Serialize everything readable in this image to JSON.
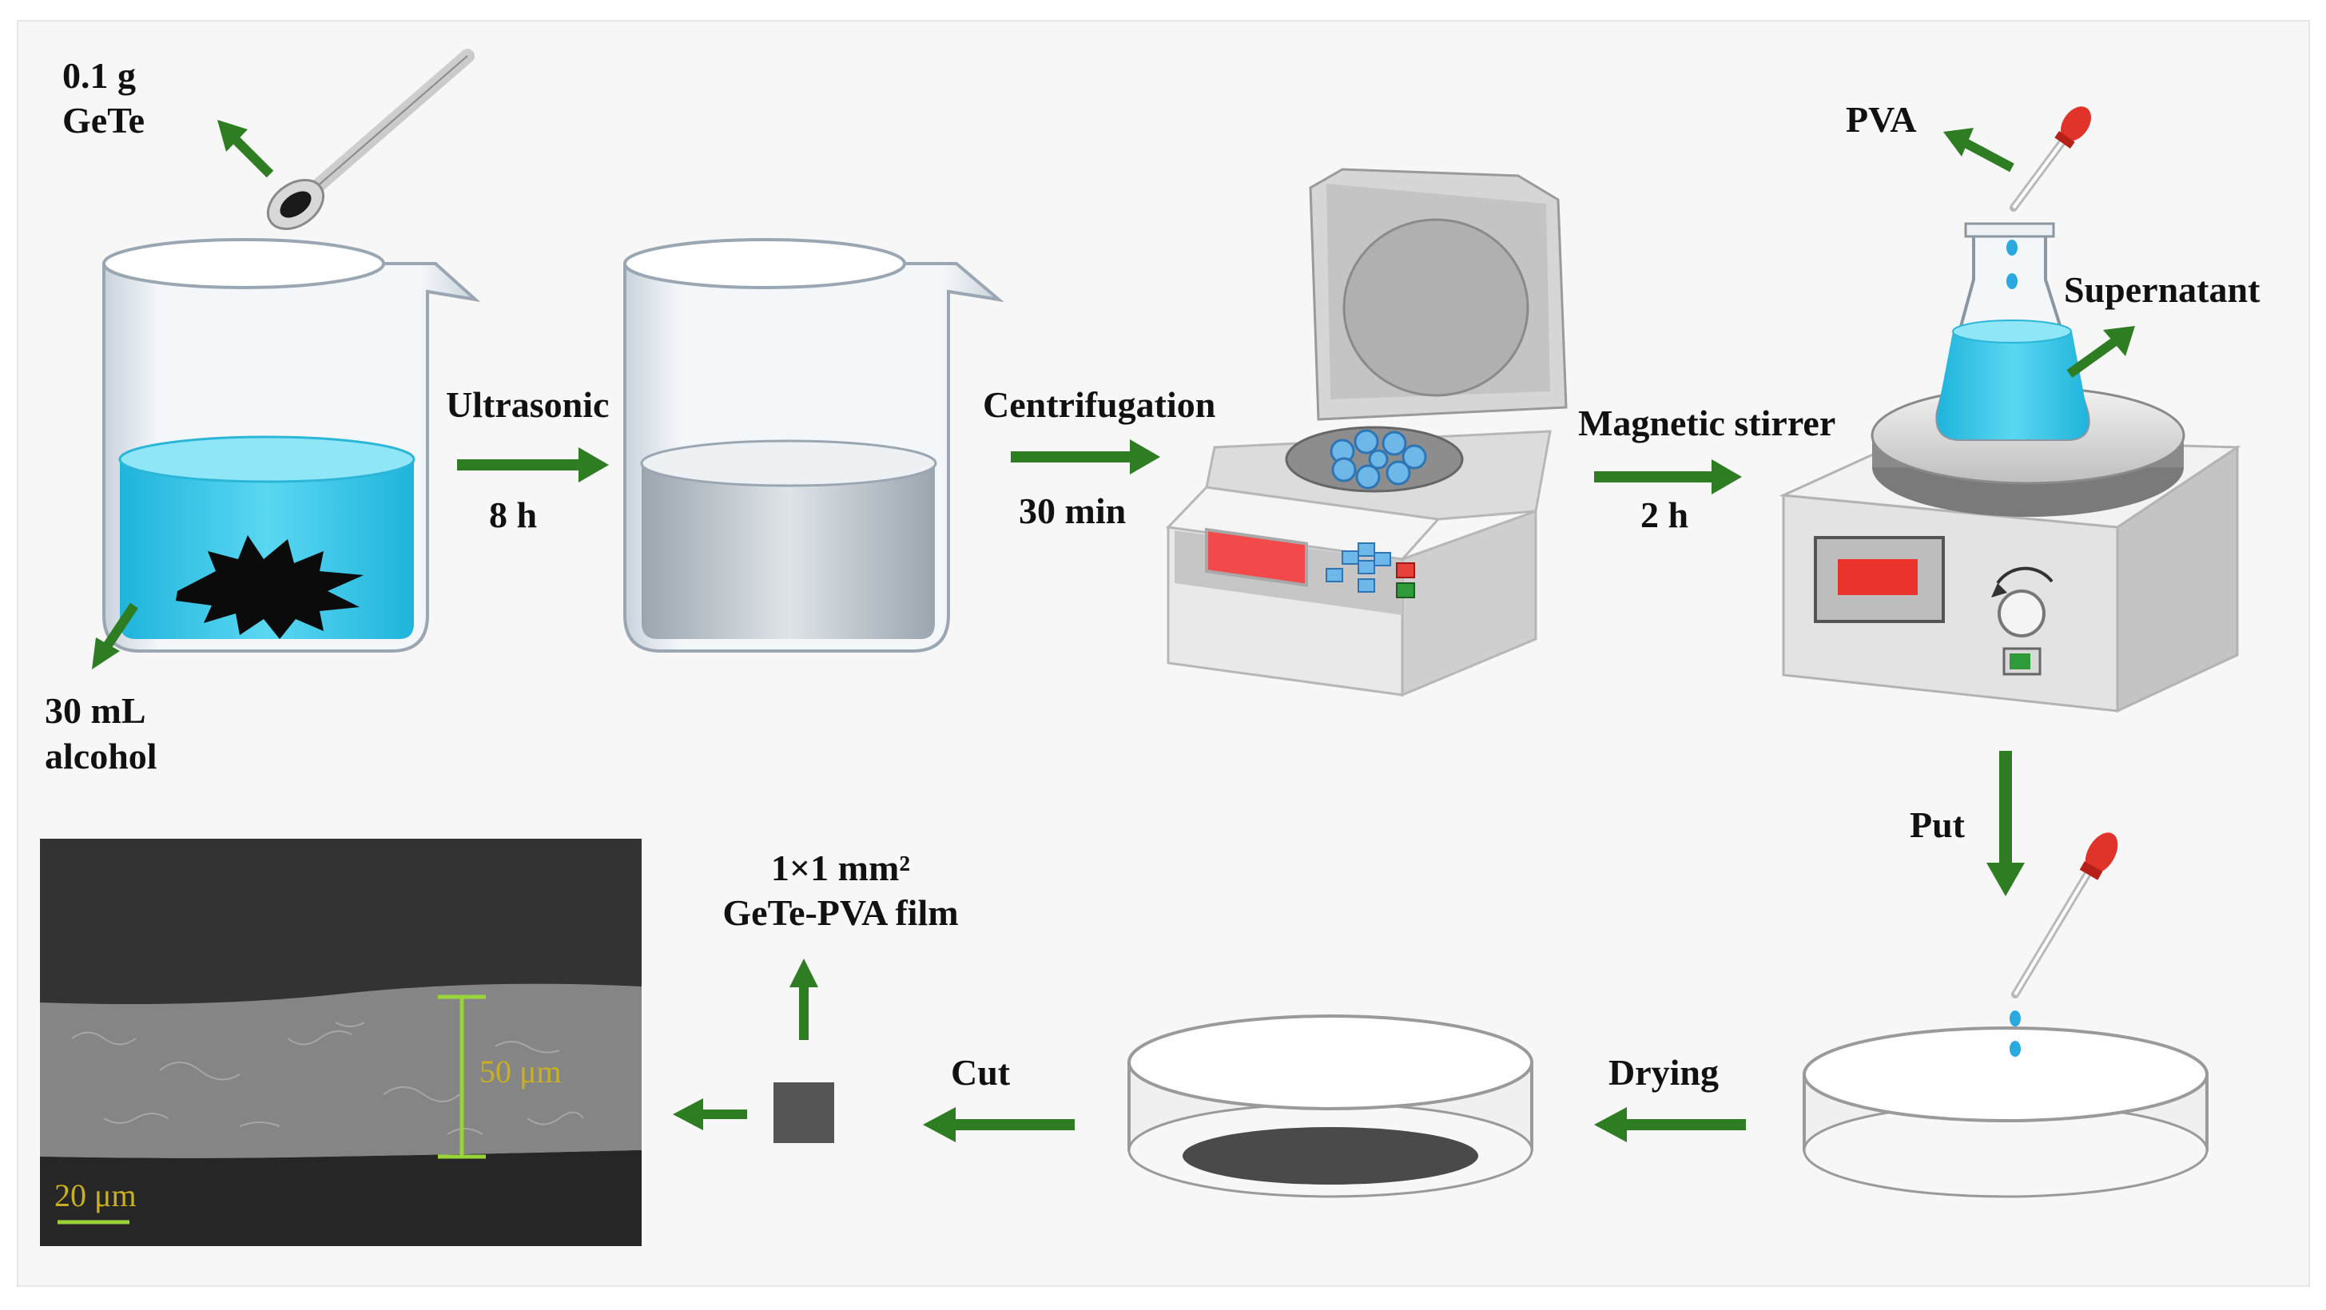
{
  "steps": {
    "gete_amount": "0.1 g",
    "gete_material": "GeTe",
    "alcohol_volume": "30 mL",
    "alcohol_label": "alcohol",
    "ultrasonic_label": "Ultrasonic",
    "ultrasonic_time": "8 h",
    "centrifugation_label": "Centrifugation",
    "centrifugation_time": "30 min",
    "stirrer_label": "Magnetic stirrer",
    "stirrer_time": "2 h",
    "pva_label": "PVA",
    "supernatant_label": "Supernatant",
    "put_label": "Put",
    "drying_label": "Drying",
    "cut_label": "Cut",
    "film_size": "1×1 mm²",
    "film_label": "GeTe-PVA film"
  },
  "sem": {
    "thickness_label": "50 μm",
    "scalebar_label": "20 μm"
  },
  "colors": {
    "arrow": "#2e7d22",
    "liquid_blue": "#36c8e8",
    "liquid_grey": "#b9c2c9",
    "dropper_red": "#e0332a",
    "display_red": "#f24a4a",
    "scale_yellow": "#c9b020"
  }
}
